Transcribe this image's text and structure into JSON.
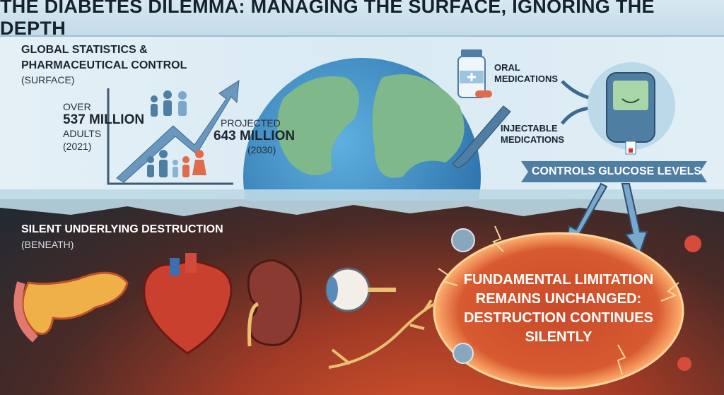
{
  "title": "THE DIABETES DILEMMA: MANAGING THE SURFACE, IGNORING THE DEPTH",
  "surface": {
    "heading_line1": "GLOBAL STATISTICS &",
    "heading_line2": "PHARMACEUTICAL CONTROL",
    "subheading": "(SURFACE)",
    "stat_2021": {
      "prefix": "OVER",
      "value": "537 MILLION",
      "unit": "ADULTS",
      "year": "(2021)"
    },
    "stat_2030": {
      "prefix": "PROJECTED",
      "value": "643 MILLION",
      "year": "(2030)"
    },
    "oral_line1": "ORAL",
    "oral_line2": "MEDICATIONS",
    "injectable_line1": "INJECTABLE",
    "injectable_line2": "MEDICATIONS",
    "banner": "CONTROLS GLUCOSE LEVELS"
  },
  "depth": {
    "heading": "SILENT UNDERLYING DESTRUCTION",
    "subheading": "(BENEATH)",
    "organs": [
      "pancreas-icon",
      "heart-icon",
      "kidney-icon",
      "eye-icon",
      "nerve-icon"
    ],
    "limitation_lines": [
      "FUNDAMENTAL LIMITATION",
      "REMAINS UNCHANGED:",
      "DESTRUCTION CONTINUES",
      "SILENTLY"
    ]
  },
  "colors": {
    "surface": "#dcebf3",
    "accent_blue": "#4f7ea3",
    "depth_dark": "#1e2a33",
    "glow": "#e8642f"
  }
}
